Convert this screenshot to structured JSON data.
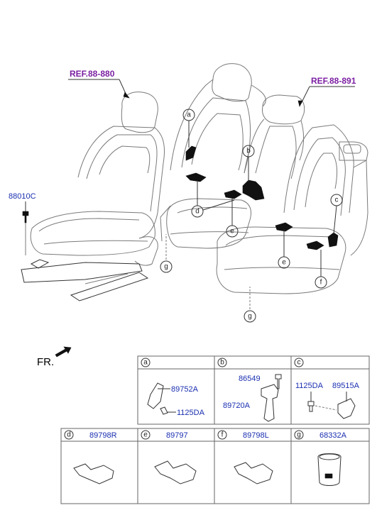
{
  "references": {
    "left": "REF.88-880",
    "right": "REF.88-891"
  },
  "front_label": "FR.",
  "callouts": {
    "a": "a",
    "b": "b",
    "c": "c",
    "d": "d",
    "e": "e",
    "f": "f",
    "g": "g"
  },
  "main_parts": {
    "bolt": "88010C"
  },
  "table": {
    "row1": [
      {
        "letter": "a",
        "parts": [
          "89752A",
          "1125DA"
        ]
      },
      {
        "letter": "b",
        "parts": [
          "86549",
          "89720A"
        ]
      },
      {
        "letter": "c",
        "parts": [
          "1125DA",
          "89515A"
        ]
      }
    ],
    "row2": [
      {
        "letter": "d",
        "parts": [
          "89798R"
        ]
      },
      {
        "letter": "e",
        "parts": [
          "89797"
        ]
      },
      {
        "letter": "f",
        "parts": [
          "89798L"
        ]
      },
      {
        "letter": "g",
        "parts": [
          "68332A"
        ]
      }
    ]
  },
  "icons": {
    "front_arrow": "front-arrow-icon"
  }
}
